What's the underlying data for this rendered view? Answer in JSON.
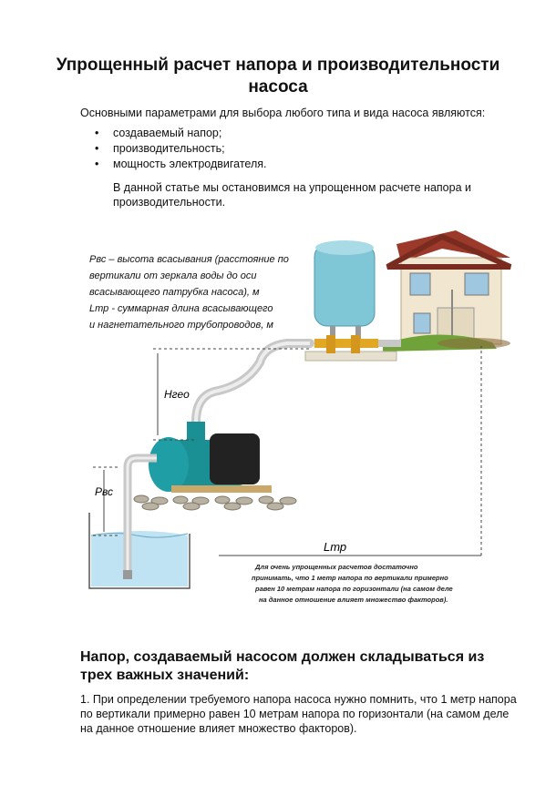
{
  "article": {
    "title": "Упрощенный расчет напора и производительности насоса",
    "intro": "Основными параметрами для выбора любого типа и вида насоса являются:",
    "bullets": [
      "создаваемый напор;",
      "производительность;",
      "мощность электродвигателя."
    ],
    "paragraph": "В данной статье мы остановимся на упрощенном расчете напора и производительности.",
    "section_heading": "Напор, создаваемый насосом должен складываться из трех важных значений:",
    "point_1": "1. При определении требуемого напора насоса нужно помнить, что 1 метр напора по вертикали примерно равен 10 метрам напора по горизонтали (на самом деле на данное отношение влияет множество факторов)."
  },
  "figure": {
    "legend_lines": [
      "Рвс – высота всасывания (расстояние по",
      "вертикали от зеркала воды до оси",
      "всасывающего патрубка насоса), м",
      "Lтр - суммарная длина  всасывающего",
      "и нагнетательного трубопроводов, м"
    ],
    "label_hgeo": "Нгео",
    "label_pvs": "Рвс",
    "label_ltr": "Lтр",
    "note_lines": [
      "Для очень упрощенных расчетов достаточно",
      "принимать, что 1 метр напора по вертикали примерно",
      "равен 10 метрам напора по горизонтали (на самом деле",
      "на данное отношение влияет множество факторов)."
    ],
    "colors": {
      "water": "#bfe3f2",
      "pump": "#1a8f94",
      "tank": "#7fc6d6",
      "roof": "#9b3a2a",
      "house_wall": "#f1e6cf",
      "grass": "#6fa33a",
      "pipe": "#c8c8c8"
    }
  }
}
